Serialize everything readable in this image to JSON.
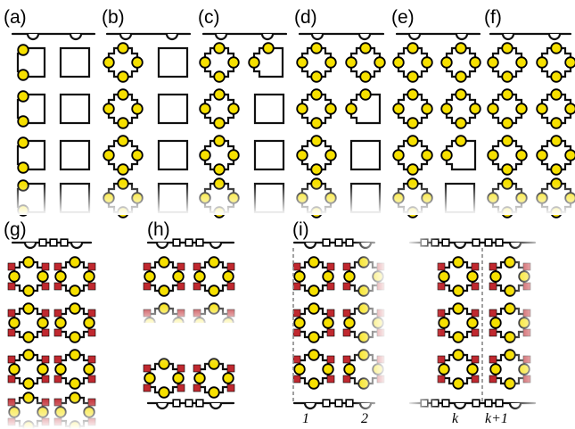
{
  "panels": {
    "a": "(a)",
    "b": "(b)",
    "c": "(c)",
    "d": "(d)",
    "e": "(e)",
    "f": "(f)",
    "g": "(g)",
    "h": "(h)",
    "i": "(i)"
  },
  "index_labels": {
    "first": "1",
    "second": "2",
    "k": "k",
    "k_plus_1": "k+1"
  },
  "colors": {
    "site_fill": "#f6e000",
    "site_stroke": "#000000",
    "link_stroke": "#111111",
    "square_site_fill": "#c0282f",
    "dashed_line": "#888888"
  }
}
